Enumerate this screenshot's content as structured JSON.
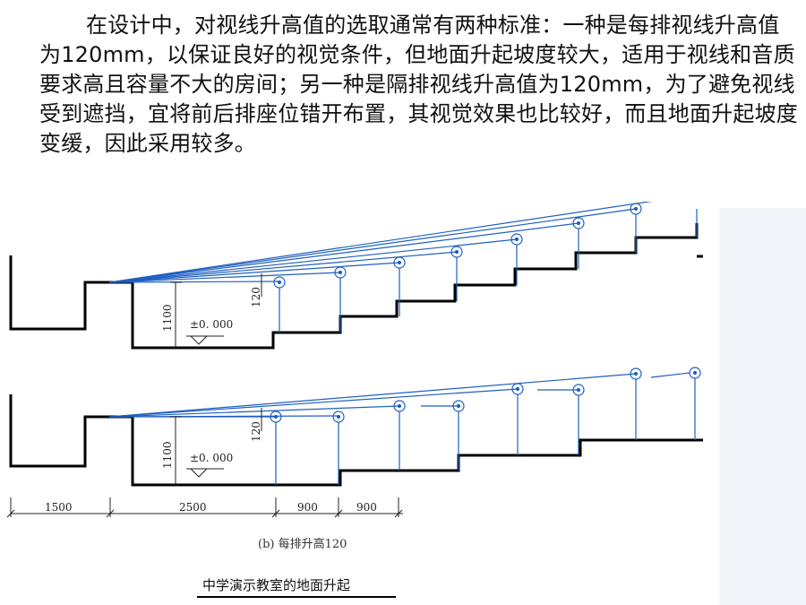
{
  "paragraph": "在设计中，对视线升高值的选取通常有两种标准：一种是每排视线升高值为120mm，以保证良好的视觉条件，但地面升起坡度较大，适用于视线和音质要求高且容量不大的房间；另一种是隔排视线升高值为120mm，为了避免视线受到遮挡，宜将前后排座位错开布置，其视觉效果也比较好，而且地面升起坡度变缓，因此采用较多。",
  "diagram": {
    "top": {
      "label_1100": "1100",
      "label_120": "120",
      "elevation": "±0. 000"
    },
    "bottom": {
      "label_1100": "1100",
      "label_120": "120",
      "elevation": "±0. 000"
    },
    "dims": [
      "1500",
      "2500",
      "900",
      "900"
    ],
    "subcaption": "(b) 每排升高120",
    "caption": "中学演示教室的地面升起"
  },
  "colors": {
    "structure": "#000000",
    "sightline": "#1f5fbf",
    "panel": "#f2f6fb"
  }
}
